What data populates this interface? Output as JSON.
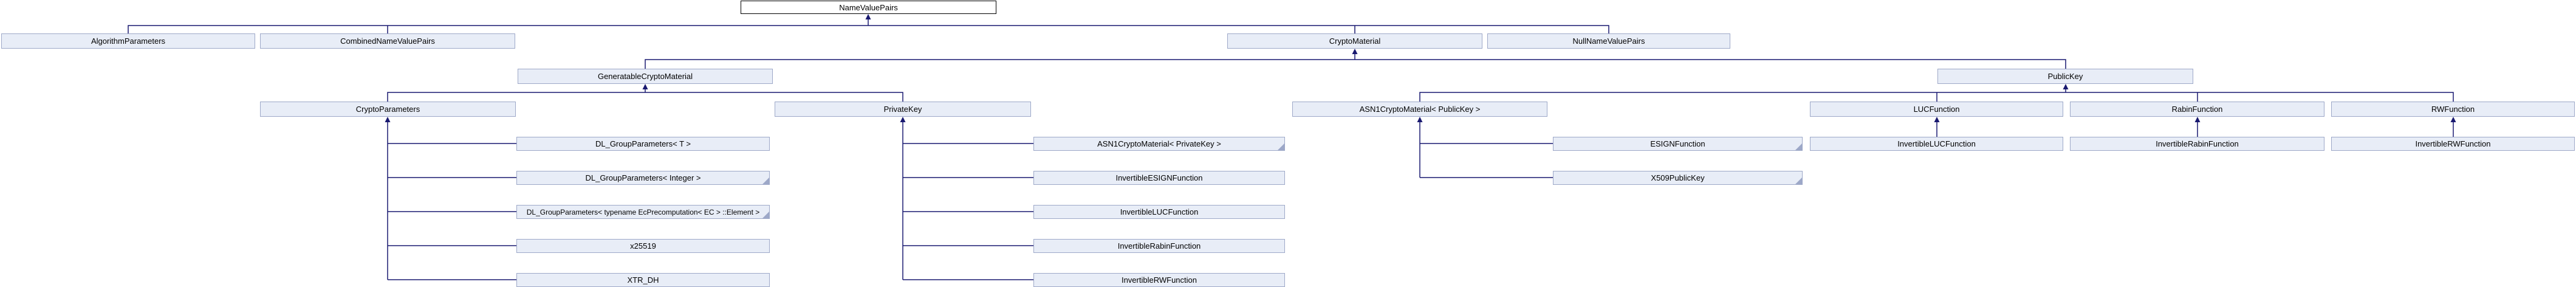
{
  "diagram": {
    "kind": "class-inheritance-graph",
    "colors": {
      "edge": "#191970",
      "node_fill": "#E8EDF7",
      "node_border": "#9DA8C8",
      "root_fill": "#FFFFFF",
      "root_border": "#000000",
      "text": "#000000"
    },
    "nodes": {
      "name_value_pairs": {
        "label": "NameValuePairs"
      },
      "algorithm_parameters": {
        "label": "AlgorithmParameters"
      },
      "combined_name_value_pairs": {
        "label": "CombinedNameValuePairs"
      },
      "crypto_material": {
        "label": "CryptoMaterial"
      },
      "null_name_value_pairs": {
        "label": "NullNameValuePairs"
      },
      "generatable_crypto_material": {
        "label": "GeneratableCryptoMaterial"
      },
      "public_key": {
        "label": "PublicKey"
      },
      "crypto_parameters": {
        "label": "CryptoParameters"
      },
      "private_key": {
        "label": "PrivateKey"
      },
      "asn1_crypto_material_public_key": {
        "label": "ASN1CryptoMaterial< PublicKey >"
      },
      "luc_function": {
        "label": "LUCFunction"
      },
      "rabin_function": {
        "label": "RabinFunction"
      },
      "rw_function": {
        "label": "RWFunction"
      },
      "dl_group_parameters_t": {
        "label": "DL_GroupParameters< T >"
      },
      "dl_group_parameters_integer": {
        "label": "DL_GroupParameters< Integer >",
        "truncated": true
      },
      "dl_group_parameters_ec": {
        "label": "DL_GroupParameters< typename EcPrecomputation< EC > ::Element >",
        "truncated": true
      },
      "x25519": {
        "label": "x25519"
      },
      "xtr_dh": {
        "label": "XTR_DH"
      },
      "asn1_crypto_material_private_key": {
        "label": "ASN1CryptoMaterial< PrivateKey >",
        "truncated": true
      },
      "invertible_esign_function": {
        "label": "InvertibleESIGNFunction"
      },
      "invertible_luc_function": {
        "label": "InvertibleLUCFunction"
      },
      "invertible_rabin_function": {
        "label": "InvertibleRabinFunction"
      },
      "invertible_rw_function": {
        "label": "InvertibleRWFunction"
      },
      "esign_function": {
        "label": "ESIGNFunction",
        "truncated": true
      },
      "x509_public_key": {
        "label": "X509PublicKey",
        "truncated": true
      },
      "invertible_luc_function_2": {
        "label": "InvertibleLUCFunction"
      },
      "invertible_rabin_function_2": {
        "label": "InvertibleRabinFunction"
      },
      "invertible_rw_function_2": {
        "label": "InvertibleRWFunction"
      }
    }
  }
}
